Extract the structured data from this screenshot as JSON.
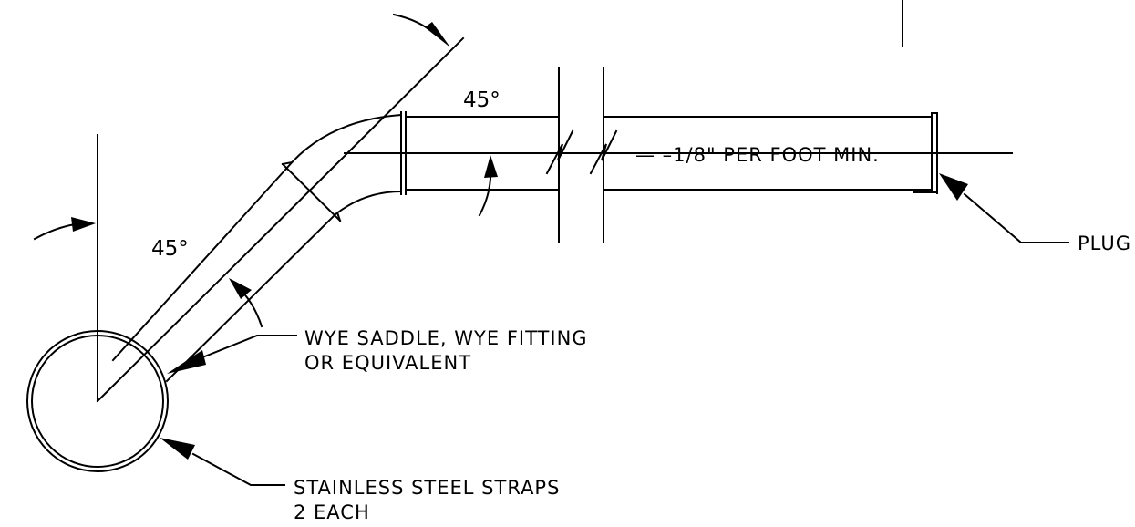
{
  "angles": {
    "upper": "45°",
    "left": "45°"
  },
  "labels": {
    "slope": "—  –1/8\" PER FOOT MIN.",
    "plug": "PLUG",
    "wye_line1": "WYE SADDLE, WYE FITTING",
    "wye_line2": "OR EQUIVALENT",
    "straps_line1": "STAINLESS STEEL STRAPS",
    "straps_line2": "2 EACH"
  },
  "colors": {
    "line": "#000000",
    "background": "#ffffff"
  }
}
